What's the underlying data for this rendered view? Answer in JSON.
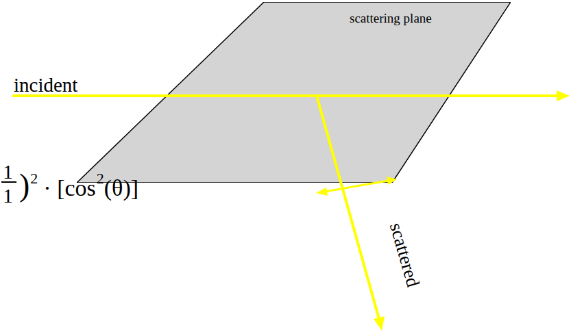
{
  "diagram": {
    "nodes": [
      {
        "text": [
          "scattering plane"
        ]
      }
    ],
    "labels": [
      "incident",
      "scattered",
      "1",
      "1",
      ")",
      "2",
      "· [cos",
      "2",
      "(θ)]"
    ]
  }
}
